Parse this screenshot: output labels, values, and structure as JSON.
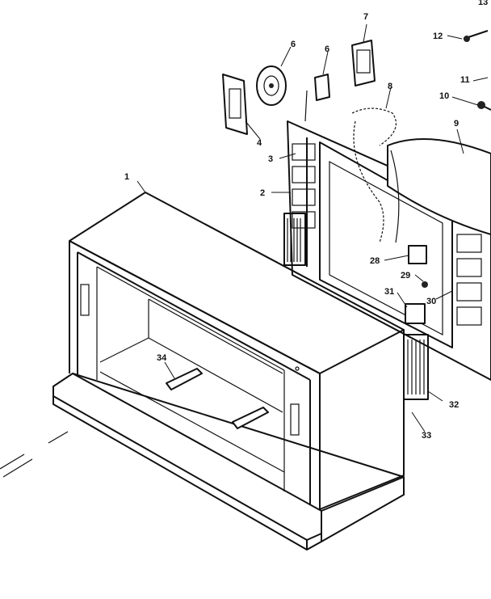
{
  "diagram": {
    "line_color": "#111111",
    "background": "#ffffff",
    "callouts": [
      "1",
      "2",
      "3",
      "4",
      "6",
      "6",
      "7",
      "8",
      "9",
      "10",
      "11",
      "12",
      "13",
      "28",
      "29",
      "30",
      "31",
      "32",
      "33",
      "34"
    ]
  }
}
